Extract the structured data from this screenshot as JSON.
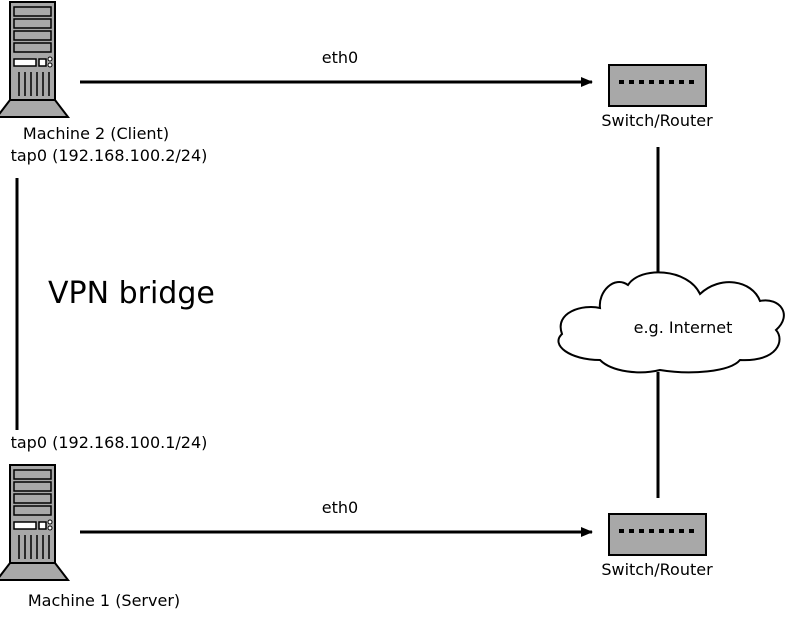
{
  "machine2": {
    "name": "Machine 2 (Client)",
    "tap": "tap0 (192.168.100.2/24)",
    "icon": "server-tower-icon"
  },
  "machine1": {
    "name": "Machine 1 (Server)",
    "tap": "tap0 (192.168.100.1/24)",
    "icon": "server-tower-icon"
  },
  "links": {
    "top_eth": "eth0",
    "bottom_eth": "eth0"
  },
  "switch_top": {
    "label": "Switch/Router",
    "icon": "switch-router-icon"
  },
  "switch_bottom": {
    "label": "Switch/Router",
    "icon": "switch-router-icon"
  },
  "vpn": {
    "label": "VPN bridge"
  },
  "cloud": {
    "label": "e.g. Internet",
    "icon": "cloud-icon"
  },
  "colors": {
    "device_fill": "#a8a8a8",
    "cloud_fill": "#ffffff",
    "stroke": "#000000"
  }
}
